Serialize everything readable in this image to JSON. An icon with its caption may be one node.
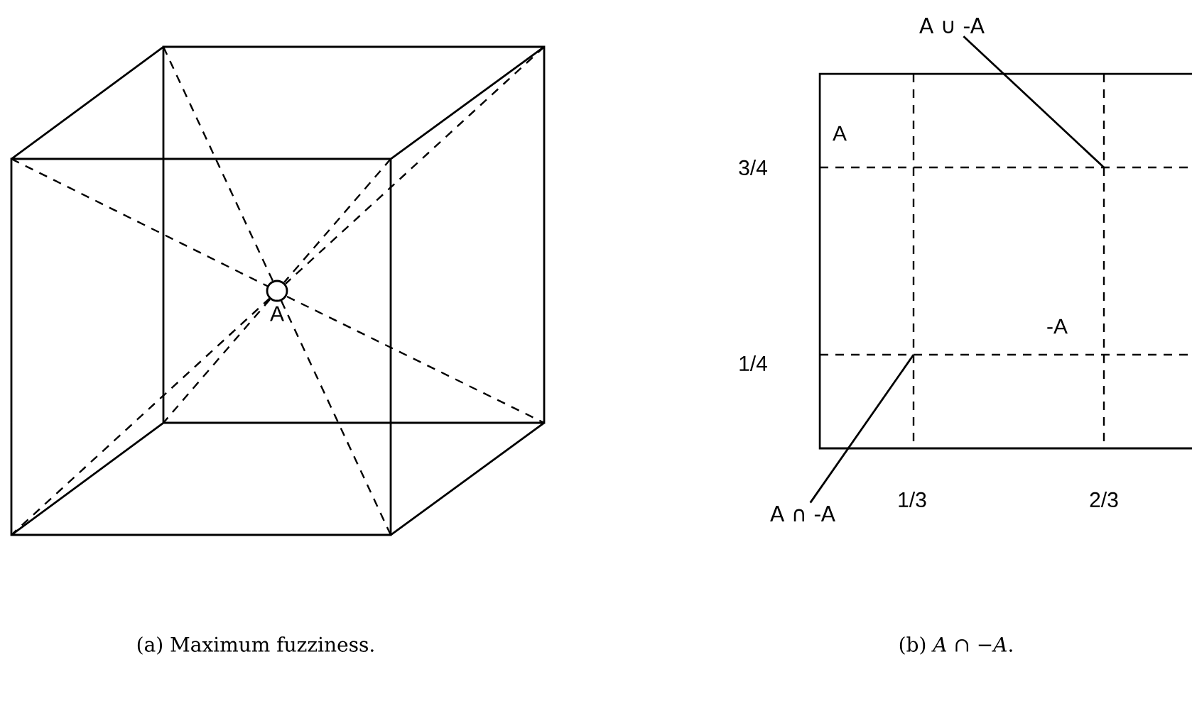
{
  "diagram": {
    "nodes": [
      {
        "text": [],
        "shape": "circle",
        "beside": [
          "A"
        ]
      },
      {
        "text": [
          "A ∪ -A"
        ]
      },
      {
        "text": [
          "A ∩ -A"
        ]
      }
    ],
    "edges": [
      {
        "from": 1,
        "to": null,
        "arrow": "none"
      },
      {
        "from": 2,
        "to": null,
        "arrow": "none"
      }
    ],
    "labels": [
      "A",
      "3/4",
      "-A",
      "1/4",
      "1/3",
      "2/3",
      "(a) Maximum fuzziness.",
      "(b) *A* ∩ −*A*."
    ]
  }
}
